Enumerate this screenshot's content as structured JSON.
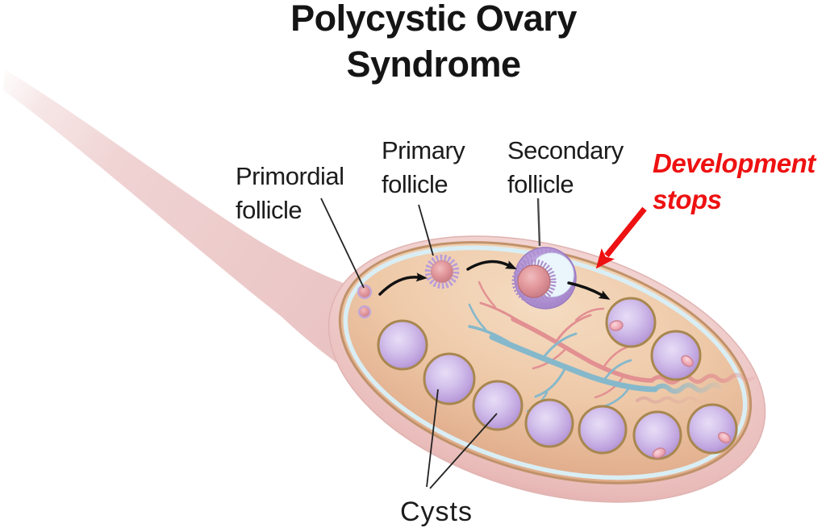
{
  "title": {
    "text": "Polycystic Ovary\nSyndrome"
  },
  "labels": {
    "primordial_follicle": "Primordial\nfollicle",
    "primary_follicle": "Primary\nfollicle",
    "secondary_follicle": "Secondary\nfollicle",
    "development_stops": "Development\nstops",
    "cysts": "Cysts"
  },
  "figure": {
    "cyst_count": 9,
    "primordial_follicle_count": 2,
    "stage_sequence": [
      "Primordial follicle",
      "Primary follicle",
      "Secondary follicle"
    ]
  },
  "colors": {
    "background": "#ffffff",
    "title_text": "#151515",
    "label_text": "#1c1c1c",
    "accent_red": "#ee1111",
    "arrow_black": "#111111",
    "ovary_outer_pink": "#ecc5c3",
    "ovary_inner_tan": "#e9bf9f",
    "capsule_line_blue": "#d9eef4",
    "cyst_purple": "#c0a5e0",
    "cyst_border_tan": "#a8874f",
    "artery_pink": "#e29092",
    "vein_teal": "#85b8cb",
    "follicle_pink": "#e59aa2",
    "follicle_ring_purple": "#b99dda"
  }
}
